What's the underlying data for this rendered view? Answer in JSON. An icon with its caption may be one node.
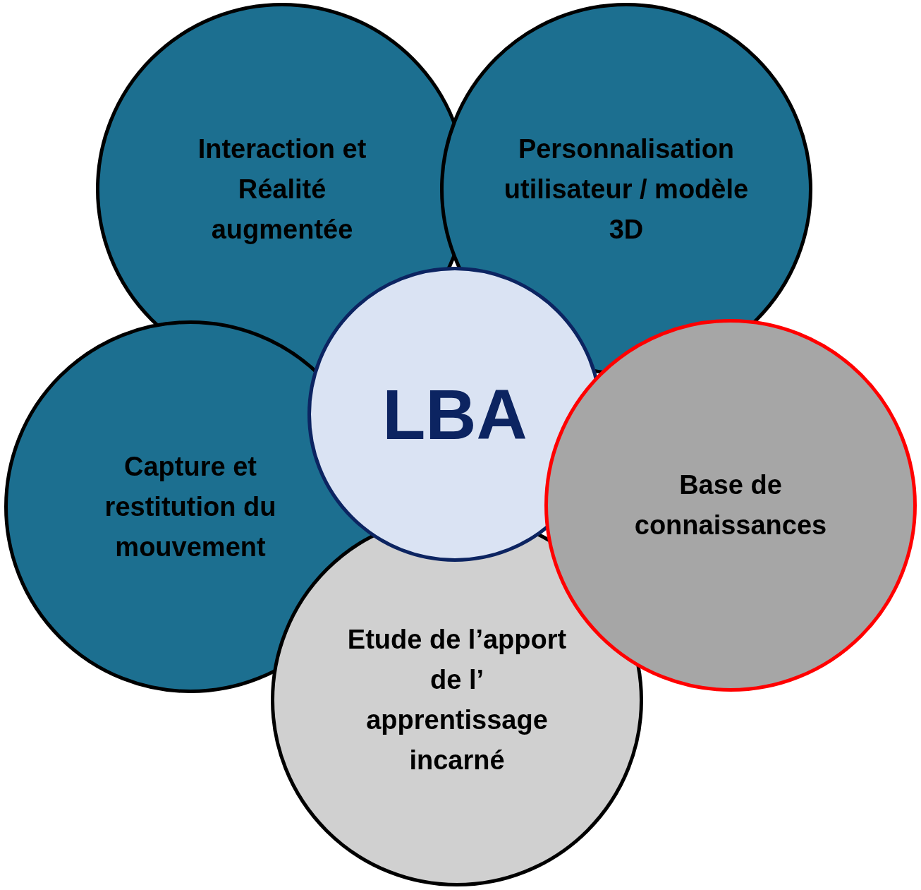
{
  "diagram": {
    "nodes": [
      {
        "text": [
          "Interaction et Réalité augmentée"
        ]
      },
      {
        "text": [
          "Personnalisation utilisateur / modèle 3D"
        ]
      },
      {
        "text": [
          "LBA"
        ]
      },
      {
        "text": [
          "Capture et restitution du mouvement"
        ]
      },
      {
        "text": [
          "Base de connaissances"
        ]
      },
      {
        "text": [
          "Etude de l’apport de l’ apprentissage incarné"
        ]
      }
    ]
  }
}
